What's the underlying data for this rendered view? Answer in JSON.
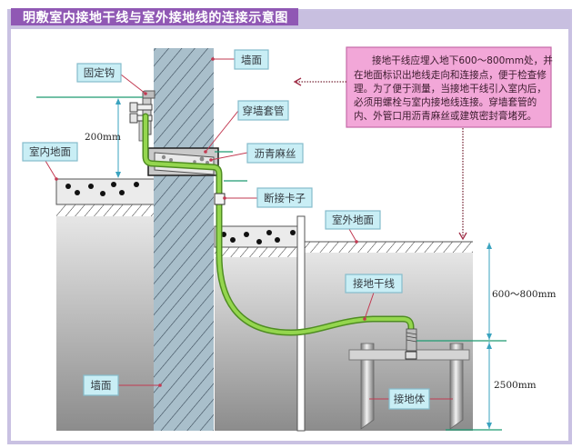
{
  "title": "明敷室内接地干线与室外接地线的连接示意图",
  "labels": {
    "fixed_hook": "固定钩",
    "wall_top": "墙面",
    "wall_sleeve": "穿墙套管",
    "asphalt_hemp": "沥青麻丝",
    "disconnect_clamp": "断接卡子",
    "indoor_floor": "室内地面",
    "outdoor_ground": "室外地面",
    "grounding_trunk": "接地干线",
    "wall_bottom": "墙面",
    "grounding_electrode": "接地体"
  },
  "dimensions": {
    "indoor_height": "200mm",
    "burial_depth": "600～800mm",
    "electrode_length": "2500mm"
  },
  "note": {
    "lines": [
      "接地干线应埋入地下600～800mm处，并",
      "在地面标识出地线走向和连接点，便于检查修",
      "理。为了便于测量，当接地干线引入室内后，",
      "必须用螺栓与室内接地线连接。穿墙套管的",
      "内、外管口用沥青麻丝或建筑密封膏堵死。"
    ]
  },
  "colors": {
    "title_bg": "#9058b4",
    "frame": "#c9c1e2",
    "label_bg": "#c9eef5",
    "label_border": "#86bccb",
    "note_bg": "#f2a7d8",
    "note_border": "#c56aa8",
    "cable": "#94d64e",
    "leader": "#c23a52",
    "dimension": "#3aa3bf",
    "reference_line": "#1f9a72"
  }
}
